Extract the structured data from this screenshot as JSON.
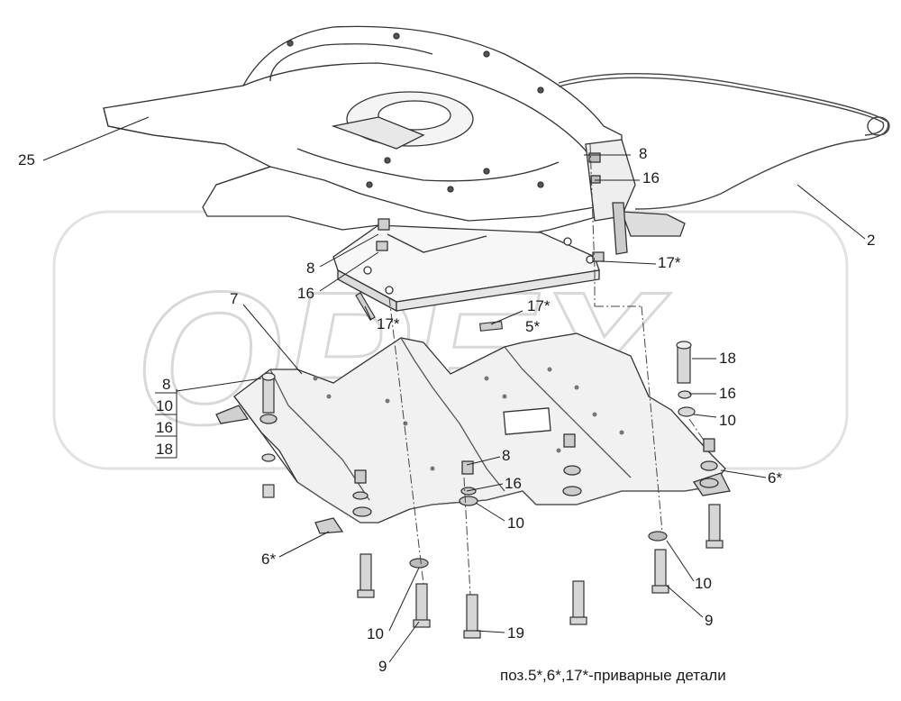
{
  "watermark": "OPEX",
  "labels": {
    "l25": "25",
    "l2": "2",
    "l8a": "8",
    "l16a": "16",
    "l17a": "17*",
    "l8b": "8",
    "l16b": "16",
    "l17b": "17*",
    "l17c": "17*",
    "l5": "5*",
    "l7": "7",
    "l18a": "18",
    "l16c": "16",
    "l10a": "10",
    "g8": "8",
    "g10": "10",
    "g16": "16",
    "g18": "18",
    "l8c": "8",
    "l16d": "16",
    "l10b": "10",
    "l6a": "6*",
    "l6b": "6*",
    "l10c": "10",
    "l9a": "9",
    "l10d": "10",
    "l9b": "9",
    "l19": "19"
  },
  "note": "поз.5*,6*,17*-приварные детали"
}
